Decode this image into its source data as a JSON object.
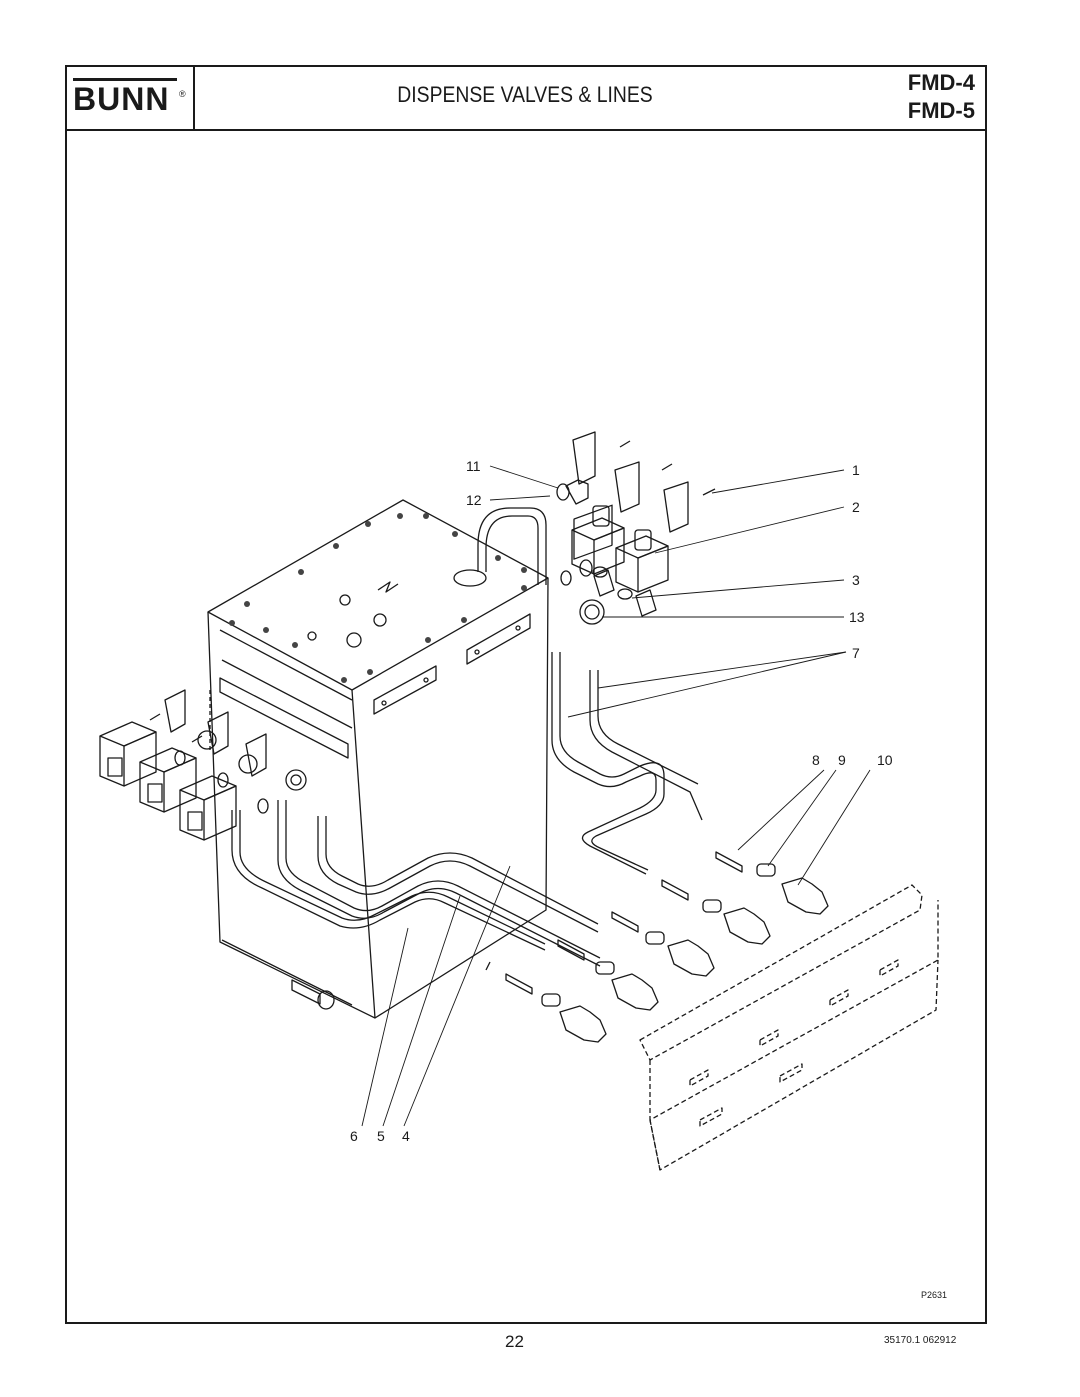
{
  "header": {
    "brand": "BUNN",
    "registered_mark": "®",
    "title": "DISPENSE VALVES & LINES",
    "models": [
      "FMD-4",
      "FMD-5"
    ]
  },
  "diagram": {
    "callouts": [
      "1",
      "2",
      "3",
      "4",
      "5",
      "6",
      "7",
      "8",
      "9",
      "10",
      "11",
      "12",
      "13"
    ],
    "figure_id": "P2631"
  },
  "footer": {
    "page_number": "22",
    "doc_code": "35170.1 062912"
  }
}
